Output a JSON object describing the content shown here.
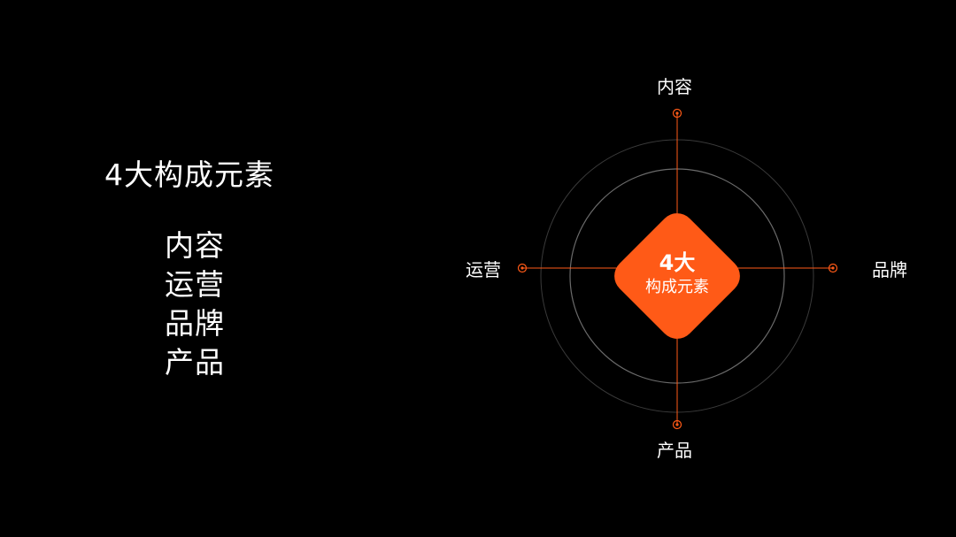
{
  "slide": {
    "title": "4大构成元素",
    "items": [
      "内容",
      "运营",
      "品牌",
      "产品"
    ]
  },
  "diagram": {
    "center": {
      "line1": "4大",
      "line2": "构成元素"
    },
    "labels": {
      "top": "内容",
      "left": "运营",
      "right": "品牌",
      "bottom": "产品"
    }
  },
  "colors": {
    "background": "#000000",
    "accent": "#ff5a17",
    "text": "#ffffff",
    "ring": "#6b6b6b"
  }
}
